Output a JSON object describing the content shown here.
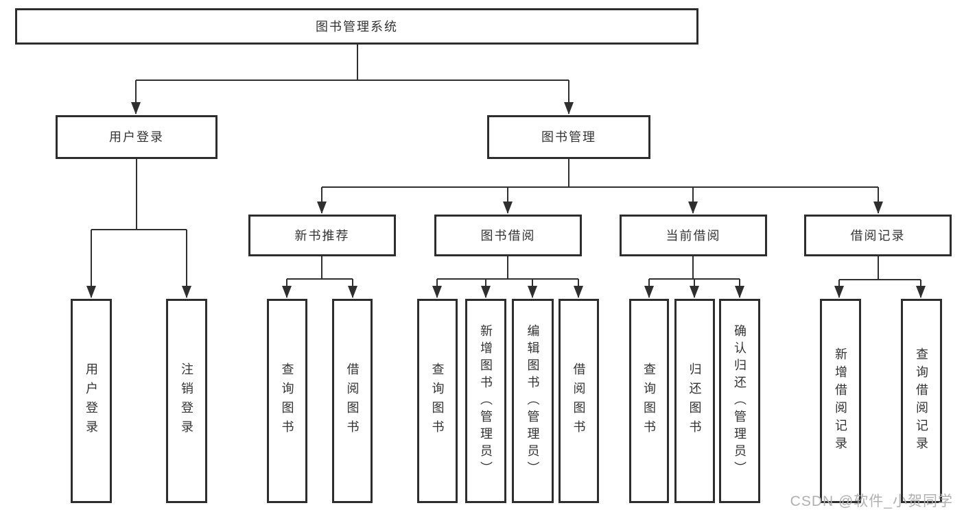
{
  "diagram": {
    "title": "图书管理系统",
    "level2": {
      "user_login": "用户登录",
      "book_management": "图书管理"
    },
    "level3": {
      "new_book_recommend": "新书推荐",
      "book_borrow": "图书借阅",
      "current_borrow": "当前借阅",
      "borrow_record": "借阅记录"
    },
    "leaves": {
      "user_login": [
        "用户登录",
        "注销登录"
      ],
      "new_book_recommend": [
        "查询图书",
        "借阅图书"
      ],
      "book_borrow": [
        "查询图书",
        "新增图书（管理员）",
        "编辑图书（管理员）",
        "借阅图书"
      ],
      "current_borrow": [
        "查询图书",
        "归还图书",
        "确认归还（管理员）"
      ],
      "borrow_record": [
        "新增借阅记录",
        "查询借阅记录"
      ]
    },
    "watermark": "CSDN @软件_小贺同学",
    "colors": {
      "line": "#2f2f2f",
      "border": "#2d2d2d",
      "text": "#333333",
      "watermark": "#b0b0b0"
    }
  }
}
